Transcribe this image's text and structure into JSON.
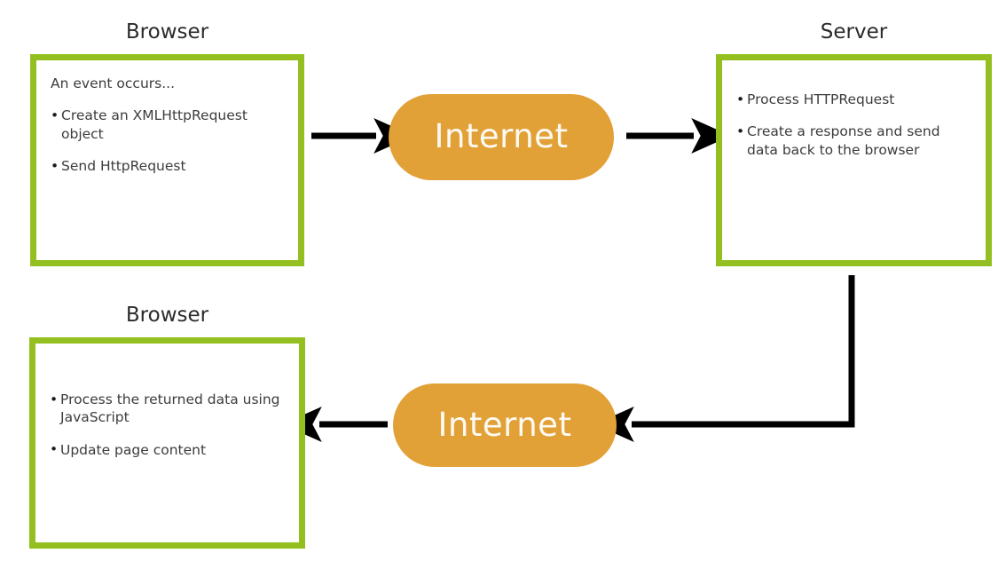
{
  "diagram": {
    "title_browser_top": "Browser",
    "title_server": "Server",
    "title_browser_bottom": "Browser",
    "internet_label_top": "Internet",
    "internet_label_bottom": "Internet",
    "colors": {
      "box_border_green": "#93C020",
      "pill_orange": "#E2A137",
      "pill_text": "#FDFAF4",
      "body_text": "#3C3C3C",
      "title_text": "#2B2B2B",
      "arrow_black": "#000000",
      "background": "#FFFFFF"
    },
    "browser_top": {
      "lines": [
        {
          "bullet": false,
          "text": "An event occurs..."
        },
        {
          "bullet": true,
          "text": "Create an XMLHttpRequest object"
        },
        {
          "bullet": true,
          "text": "Send HttpRequest"
        }
      ]
    },
    "server": {
      "lines": [
        {
          "bullet": true,
          "text": "Process HTTPRequest"
        },
        {
          "bullet": true,
          "text": "Create a response and send data back to the browser"
        }
      ]
    },
    "browser_bottom": {
      "lines": [
        {
          "bullet": true,
          "text": "Process the returned data using JavaScript"
        },
        {
          "bullet": true,
          "text": "Update page content"
        }
      ]
    },
    "arrows": [
      {
        "name": "browser-to-internet-top",
        "direction": "right"
      },
      {
        "name": "internet-to-server-top",
        "direction": "right"
      },
      {
        "name": "internet-to-browser-bottom",
        "direction": "left"
      },
      {
        "name": "server-to-internet-bottom",
        "direction": "left-elbow"
      }
    ]
  }
}
